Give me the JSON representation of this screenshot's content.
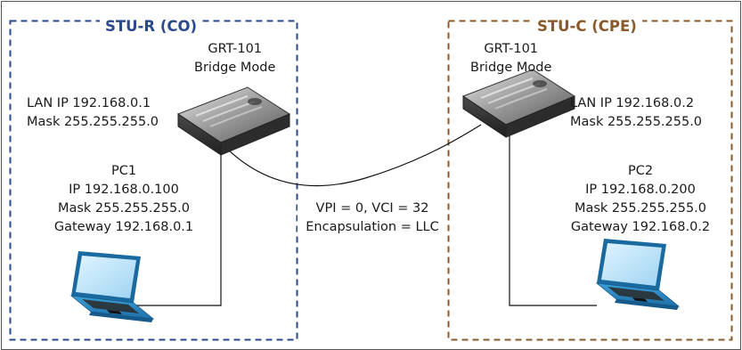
{
  "colors": {
    "co_border": "#2a4a8c",
    "cpe_border": "#8b5a2b",
    "frame": "#555555",
    "cable": "#111111"
  },
  "left_zone": {
    "title": "STU-R (CO)",
    "router": {
      "model": "GRT-101",
      "mode": "Bridge Mode",
      "lan_ip": "LAN IP 192.168.0.1",
      "mask": "Mask 255.255.255.0",
      "icon": "router-icon"
    },
    "pc": {
      "name": "PC1",
      "ip": "IP 192.168.0.100",
      "mask": "Mask 255.255.255.0",
      "gateway": "Gateway 192.168.0.1",
      "icon": "laptop-icon"
    }
  },
  "right_zone": {
    "title": "STU-C (CPE)",
    "router": {
      "model": "GRT-101",
      "mode": "Bridge Mode",
      "lan_ip": "LAN IP 192.168.0.2",
      "mask": "Mask 255.255.255.0",
      "icon": "router-icon"
    },
    "pc": {
      "name": "PC2",
      "ip": "IP 192.168.0.200",
      "mask": "Mask 255.255.255.0",
      "gateway": "Gateway 192.168.0.2",
      "icon": "laptop-icon"
    }
  },
  "link": {
    "vpi_vci": "VPI = 0, VCI = 32",
    "encapsulation": "Encapsulation = LLC"
  }
}
